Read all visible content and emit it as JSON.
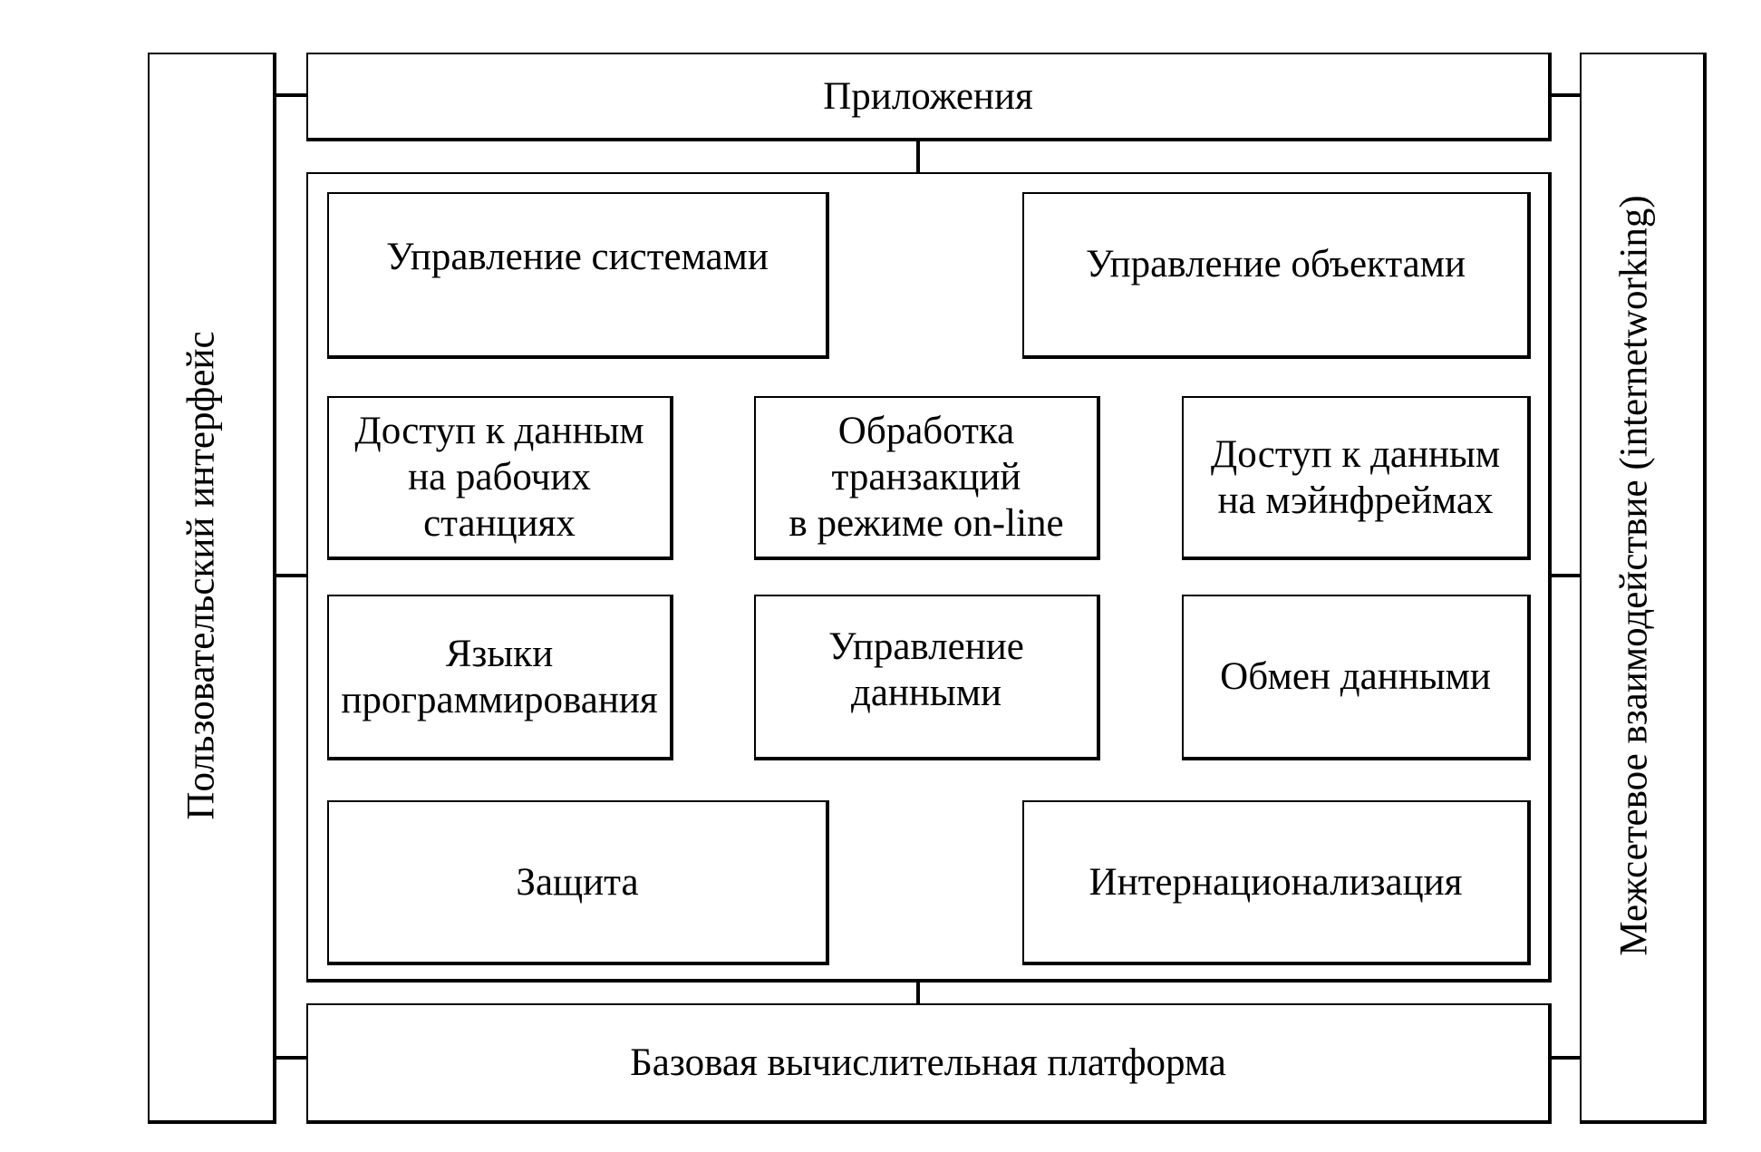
{
  "diagram": {
    "left_panel": {
      "label": "Пользовательский интерфейс"
    },
    "right_panel": {
      "label": "Межсетевое взаимодействие (internetworking)"
    },
    "top_box": {
      "label": "Приложения"
    },
    "bottom_box": {
      "label": "Базовая вычислительная платформа"
    },
    "services": {
      "systems_mgmt": "Управление системами",
      "objects_mgmt": "Управление объектами",
      "workstation_data_access": "Доступ к данным\nна рабочих\nстанциях",
      "online_tp": "Обработка\nтранзакций\nв режиме on-line",
      "mainframe_data_access": "Доступ к данным\nна мэйнфреймах",
      "prog_languages": "Языки\nпрограммирования",
      "data_mgmt": "Управление\nданными",
      "data_exchange": "Обмен данными",
      "security": "Защита",
      "i18n": "Интернационализация"
    }
  }
}
